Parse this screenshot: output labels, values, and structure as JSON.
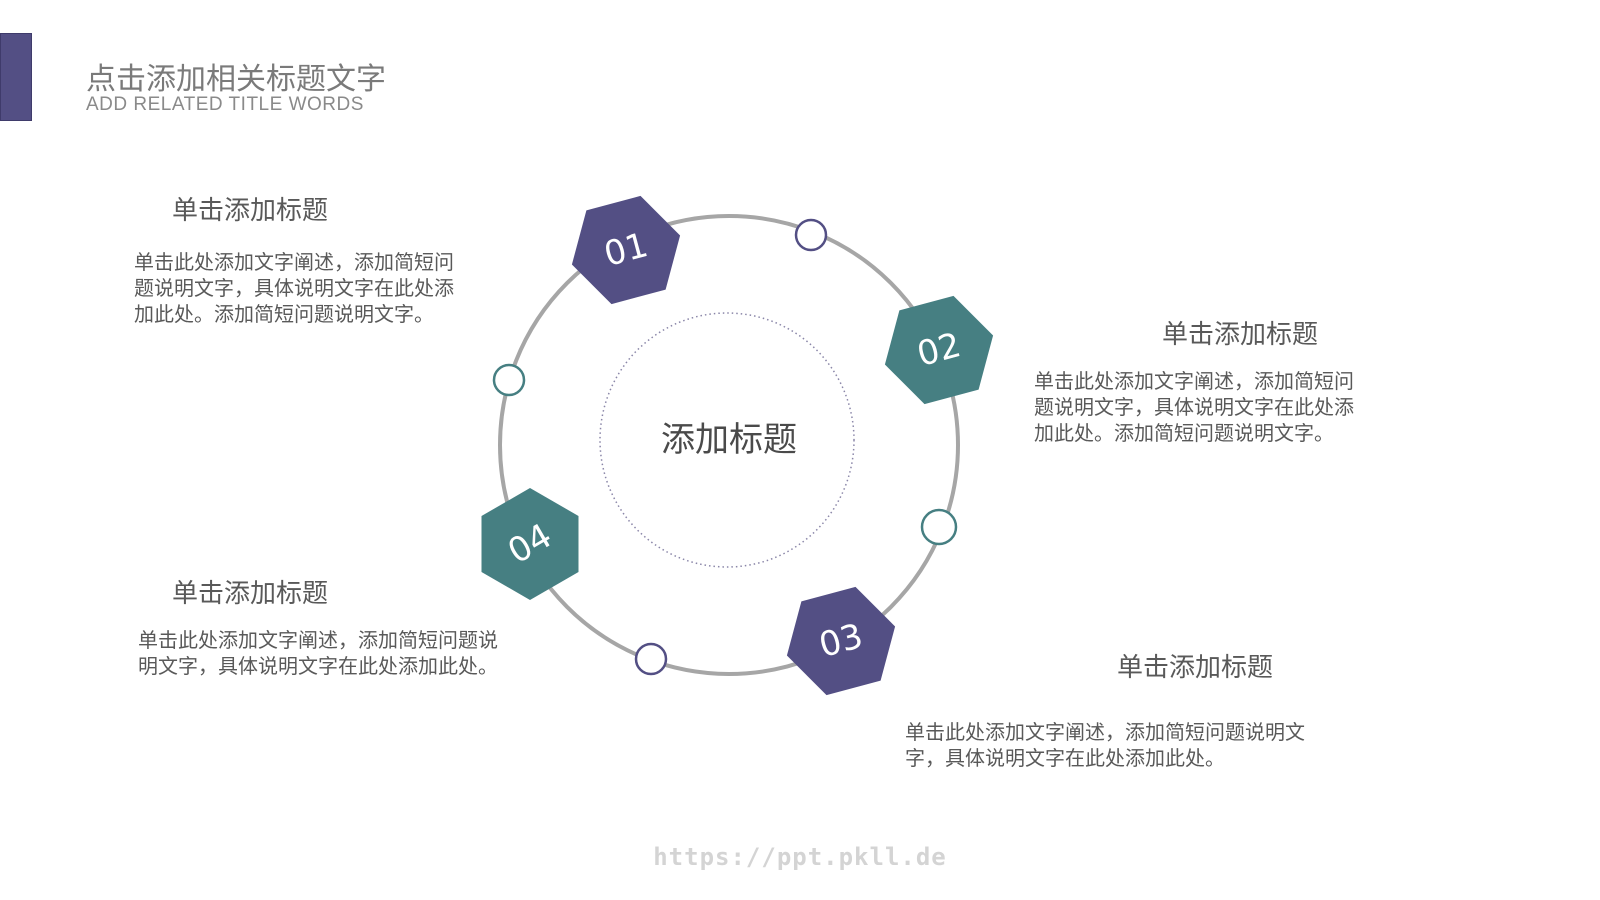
{
  "header": {
    "title": "点击添加相关标题文字",
    "subtitle": "ADD RELATED TITLE WORDS"
  },
  "diagram": {
    "center_label": "添加标题",
    "nodes": [
      {
        "label": "01",
        "color": "#534f84"
      },
      {
        "label": "02",
        "color": "#467f82"
      },
      {
        "label": "03",
        "color": "#534f84"
      },
      {
        "label": "04",
        "color": "#467f82"
      }
    ],
    "connector_colors": [
      "#534f84",
      "#467f82",
      "#467f82",
      "#534f84"
    ],
    "ring_color": "#a6a6a6"
  },
  "blocks": [
    {
      "title": "单击添加标题",
      "text": "单击此处添加文字阐述，添加简短问题说明文字，具体说明文字在此处添加此处。添加简短问题说明文字。"
    },
    {
      "title": "单击添加标题",
      "text": "单击此处添加文字阐述，添加简短问题说明文字，具体说明文字在此处添加此处。添加简短问题说明文字。"
    },
    {
      "title": "单击添加标题",
      "text": "单击此处添加文字阐述，添加简短问题说明文字，具体说明文字在此处添加此处。"
    },
    {
      "title": "单击添加标题",
      "text": "单击此处添加文字阐述，添加简短问题说明文字，具体说明文字在此处添加此处。"
    }
  ],
  "watermark": "https://ppt.pkll.de"
}
